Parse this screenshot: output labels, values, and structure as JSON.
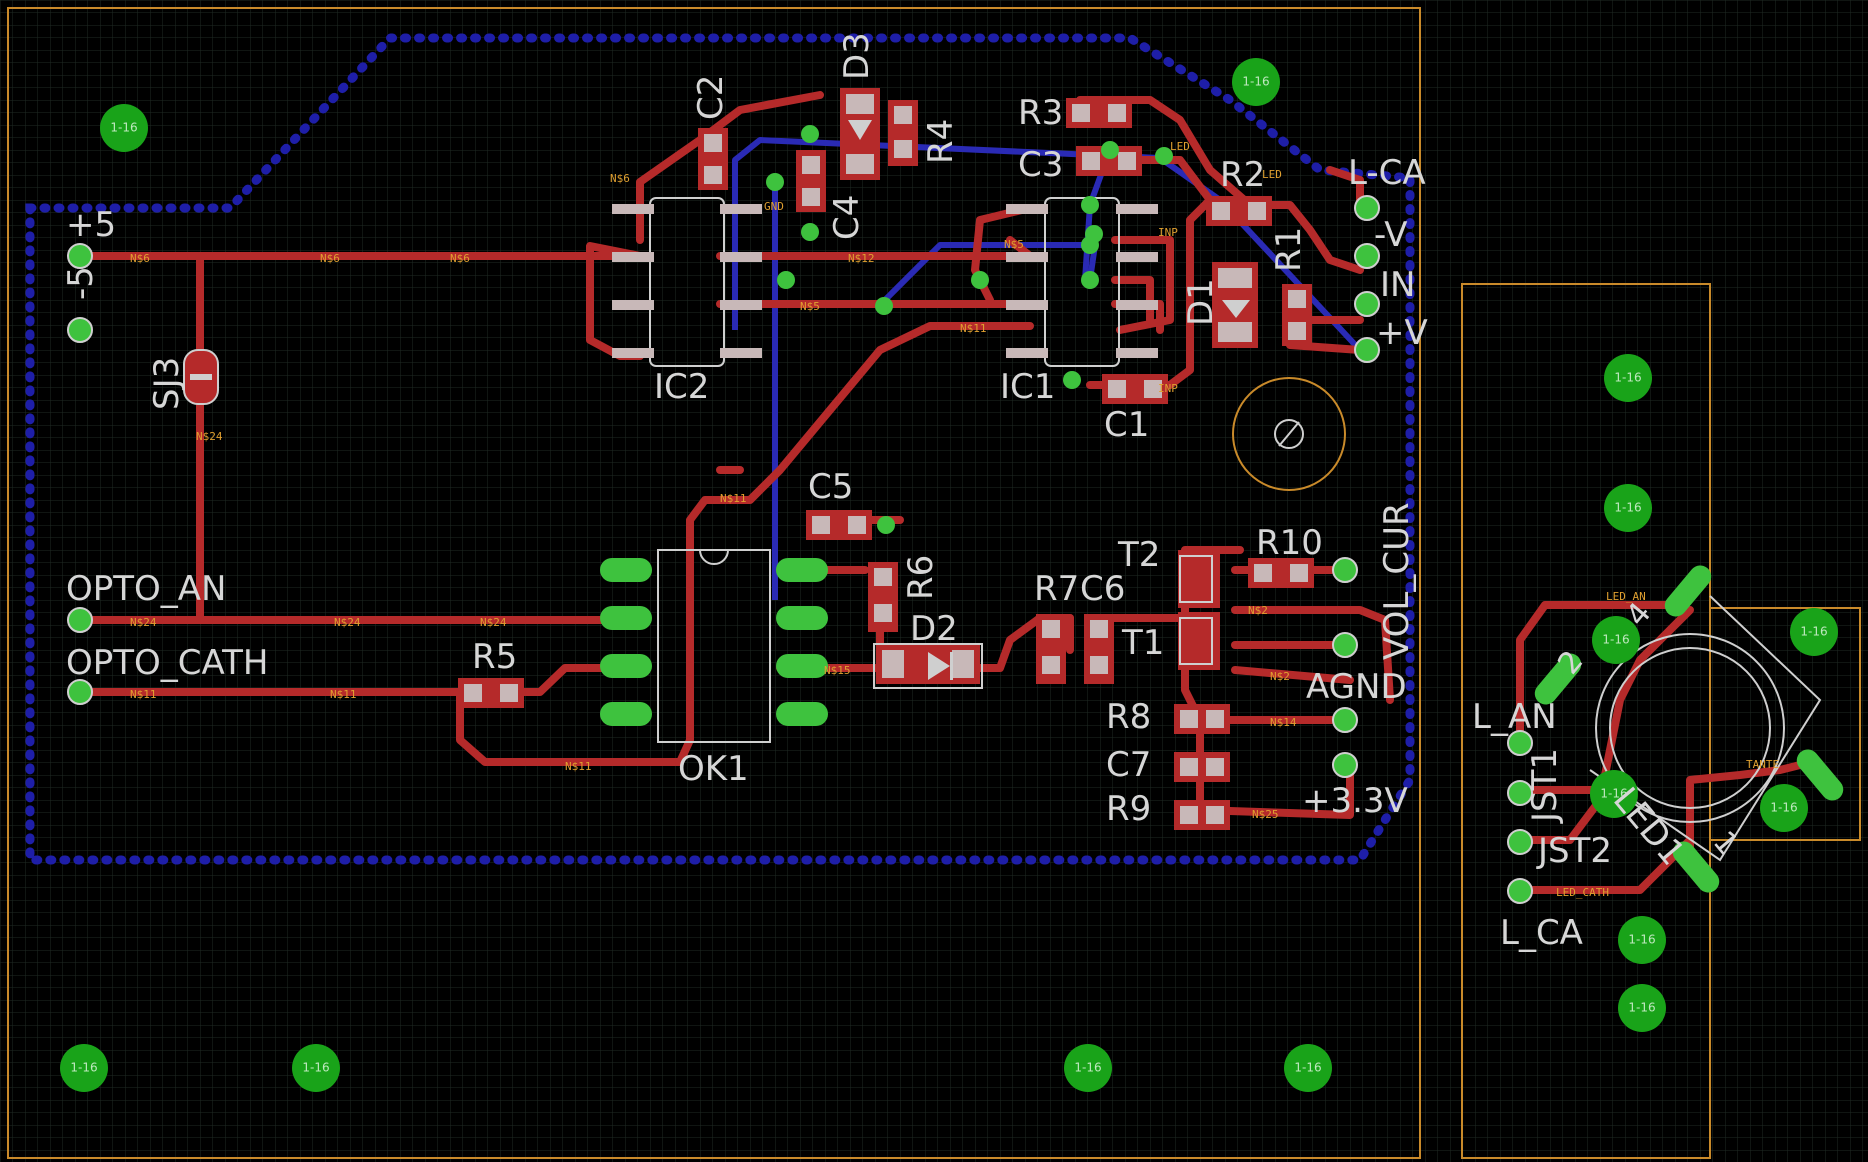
{
  "colors": {
    "background": "#000000",
    "grid": "#1f2a24",
    "outline": "#c98a2a",
    "top_copper": "#b52a2a",
    "bottom_copper": "#2a2ab5",
    "via": "#3ec23e",
    "hole": "#19a319",
    "smd_pad": "#c8b8b8",
    "ground_fill": "#1e1ea8"
  },
  "mounting_hole_label": "1-16",
  "components": {
    "plus5": "+5",
    "minus5": "-5",
    "sj3": "SJ3",
    "opto_an": "OPTO_AN",
    "opto_cath": "OPTO_CATH",
    "r5": "R5",
    "ok1": "OK1",
    "ic2": "IC2",
    "ic1": "IC1",
    "c1": "C1",
    "c2": "C2",
    "c3": "C3",
    "c4": "C4",
    "c5": "C5",
    "c6": "C6",
    "c7": "C7",
    "d1": "D1",
    "d2": "D2",
    "d3": "D3",
    "r1": "R1",
    "r2": "R2",
    "r3": "R3",
    "r4": "R4",
    "r6": "R6",
    "r7": "R7",
    "r8": "R8",
    "r9": "R9",
    "r10": "R10",
    "t1": "T1",
    "t2": "T2",
    "l_ca": "L-CA",
    "minus_v": "-V",
    "in": "IN",
    "plus_v": "+V",
    "vol_cur": "VOL_CUR",
    "agnd": "AGND",
    "v33": "+3.3V",
    "l_an": "L_AN",
    "jst1": "JST1",
    "jst2": "JST2",
    "l_ca2": "L_CA",
    "led1": "LED1",
    "pin4": "4",
    "pin2": "2",
    "pin1": "1"
  },
  "net_labels": {
    "n6": "N$6",
    "n24": "N$24",
    "n11": "N$11",
    "n5": "N$5",
    "n12": "N$12",
    "n15": "N$15",
    "n2": "N$2",
    "n14": "N$14",
    "n25": "N$25",
    "led": "LED",
    "gnd": "GND",
    "inp": "INP",
    "led_an": "LED_AN",
    "led_cath": "LED_CATH",
    "tante": "TANTE"
  }
}
